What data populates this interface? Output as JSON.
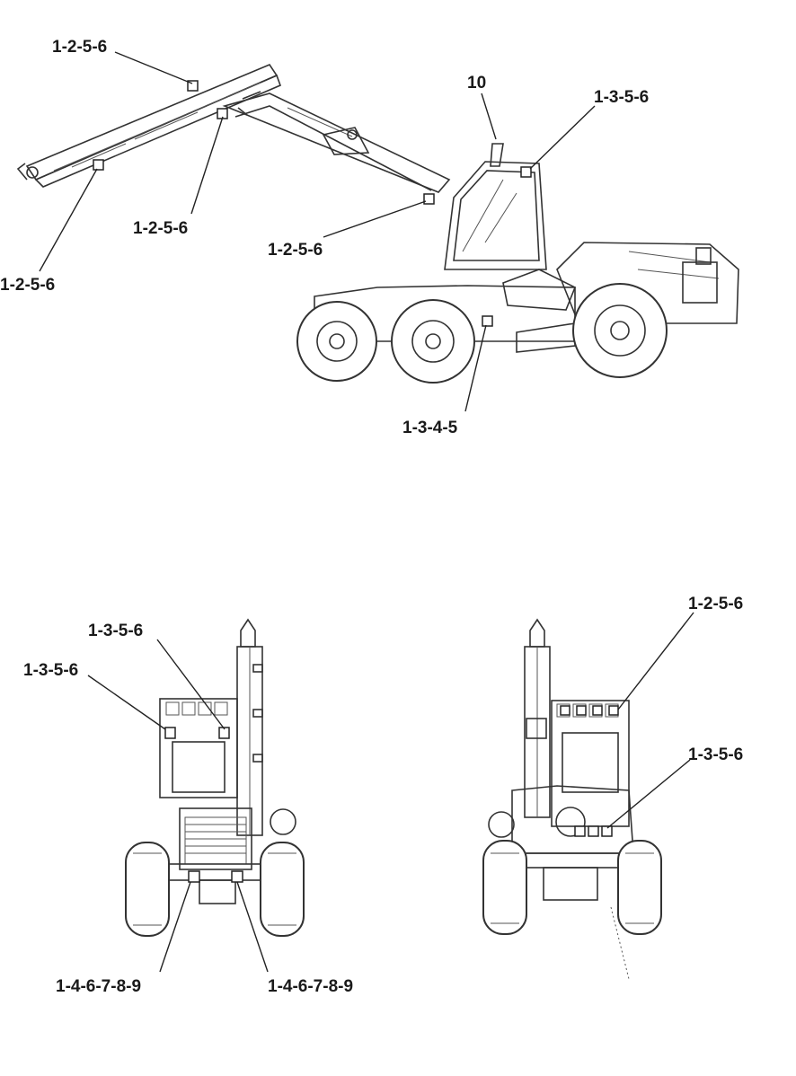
{
  "side_view": {
    "labels": {
      "boom_top": "1-2-5-6",
      "work_light_number": "10",
      "cab_top_right": "1-3-5-6",
      "boom_mid": "1-2-5-6",
      "boom_cylinder": "1-2-5-6",
      "crane_tip": "1-2-5-6",
      "frame_lower": "1-3-4-5"
    }
  },
  "front_view": {
    "labels": {
      "cab_roof": "1-3-5-6",
      "cab_left": "1-3-5-6",
      "bumper_left": "1-4-6-7-8-9",
      "bumper_right": "1-4-6-7-8-9"
    }
  },
  "rear_view": {
    "labels": {
      "roof_rail": "1-2-5-6",
      "rear_cluster": "1-3-5-6"
    }
  }
}
